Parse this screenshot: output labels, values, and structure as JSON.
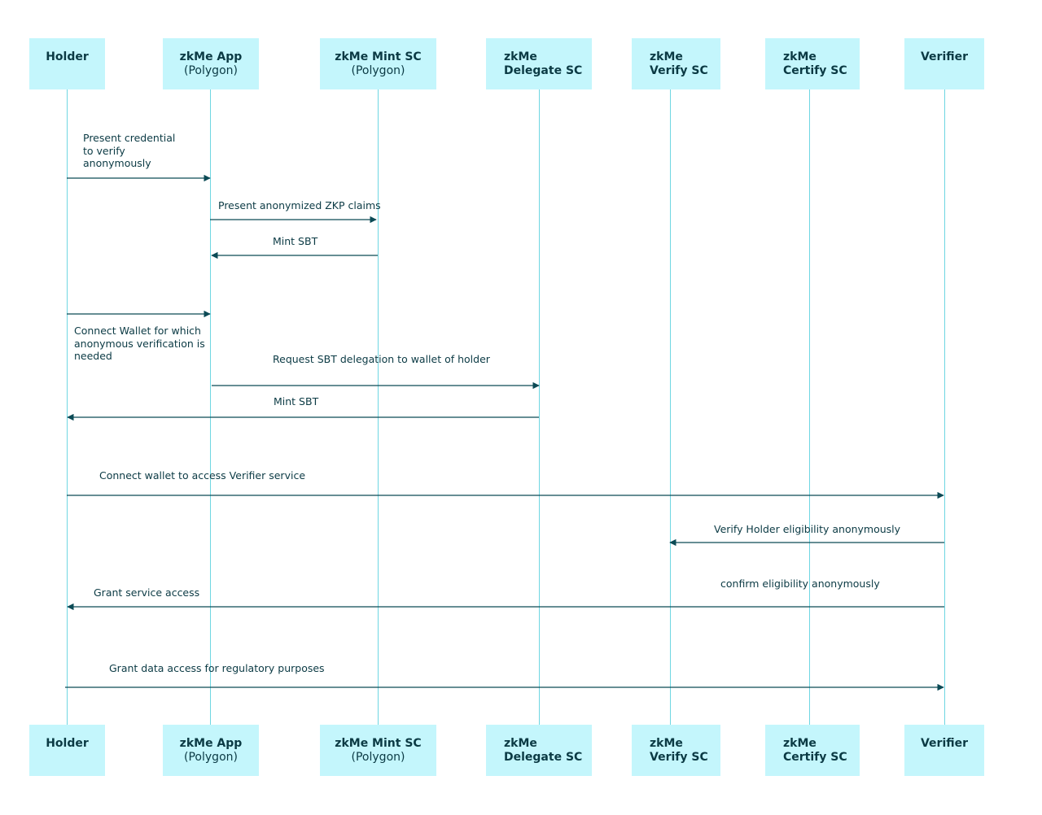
{
  "actors": [
    {
      "id": "holder",
      "line1": "Holder",
      "line2": ""
    },
    {
      "id": "app",
      "line1": "zkMe App",
      "line2": "(Polygon)"
    },
    {
      "id": "mint",
      "line1": "zkMe Mint SC",
      "line2": "(Polygon)"
    },
    {
      "id": "delegate",
      "line1": "zkMe",
      "line2": "Delegate SC"
    },
    {
      "id": "verify",
      "line1": "zkMe",
      "line2": "Verify SC"
    },
    {
      "id": "certify",
      "line1": "zkMe",
      "line2": "Certify SC"
    },
    {
      "id": "verifier",
      "line1": "Verifier",
      "line2": ""
    }
  ],
  "messages": [
    {
      "label": "Present credential\nto verify\nanonymously",
      "from": "holder",
      "to": "app"
    },
    {
      "label": "Present anonymized ZKP claims",
      "from": "app",
      "to": "mint"
    },
    {
      "label": "Mint SBT",
      "from": "mint",
      "to": "app"
    },
    {
      "label": "Connect Wallet for which\nanonymous verification is\nneeded",
      "from": "holder",
      "to": "app"
    },
    {
      "label": "Request SBT delegation to wallet of holder",
      "from": "app",
      "to": "delegate"
    },
    {
      "label": "Mint SBT",
      "from": "delegate",
      "to": "holder"
    },
    {
      "label": "Connect wallet to access Verifier service",
      "from": "holder",
      "to": "verifier"
    },
    {
      "label": "Verify Holder eligibility anonymously",
      "from": "verifier",
      "to": "verify"
    },
    {
      "label": "confirm eligibility anonymously",
      "from": "",
      "to": ""
    },
    {
      "label": "Grant service access",
      "from": "verifier",
      "to": "holder"
    },
    {
      "label": "Grant data access for regulatory purposes",
      "from": "holder",
      "to": "verifier"
    }
  ],
  "colors": {
    "actor_fill": "#c4f6fc",
    "lifeline": "#6fd6e2",
    "arrow": "#0b4a55",
    "text": "#0b3a44"
  }
}
